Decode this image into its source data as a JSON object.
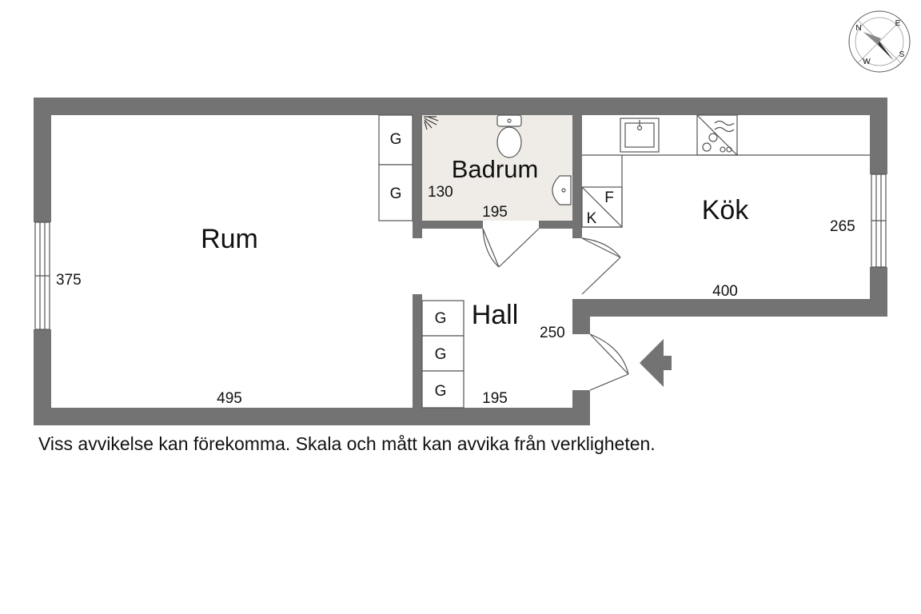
{
  "rooms": {
    "rum": "Rum",
    "badrum": "Badrum",
    "kok": "Kök",
    "hall": "Hall"
  },
  "dimensions": {
    "rum_height": "375",
    "rum_width": "495",
    "badrum_height": "130",
    "badrum_width": "195",
    "kok_height": "265",
    "kok_width": "400",
    "hall_height": "250",
    "hall_width": "195"
  },
  "storage_label": "G",
  "appliances": {
    "freezer": "F",
    "fridge": "K"
  },
  "compass": {
    "n": "N",
    "e": "E",
    "s": "S",
    "w": "W"
  },
  "disclaimer": "Viss avvikelse kan förekomma. Skala och mått kan avvika från verkligheten.",
  "colors": {
    "wall": "#737373",
    "bath_floor": "#efebe6",
    "line": "#555555"
  }
}
